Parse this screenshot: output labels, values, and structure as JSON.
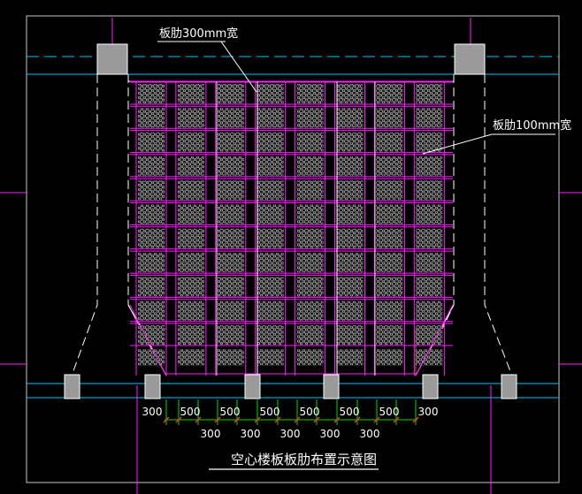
{
  "drawing": {
    "title": "空心楼板板肋布置示意图",
    "callouts": {
      "rib_wide": "板肋300mm宽",
      "rib_narrow": "板肋100mm宽"
    },
    "dimensions": {
      "top_row": [
        "300",
        "500",
        "500",
        "500",
        "500",
        "500",
        "500",
        "300"
      ],
      "bottom_row": [
        "300",
        "300",
        "300",
        "300",
        "300"
      ]
    },
    "grid": {
      "cell_columns": 8,
      "cell_rows": 12
    },
    "colors": {
      "background": "#000000",
      "cyan_axis": "#00c8ff",
      "magenta_rib": "#ff20ff",
      "white_line": "#ffffff",
      "column_fill": "#9a9a9a",
      "dim_green": "#00dd00",
      "dim_red": "#ff3030",
      "hatch_yellow": "#e0c040",
      "border_gray": "#c8c8c8"
    }
  }
}
